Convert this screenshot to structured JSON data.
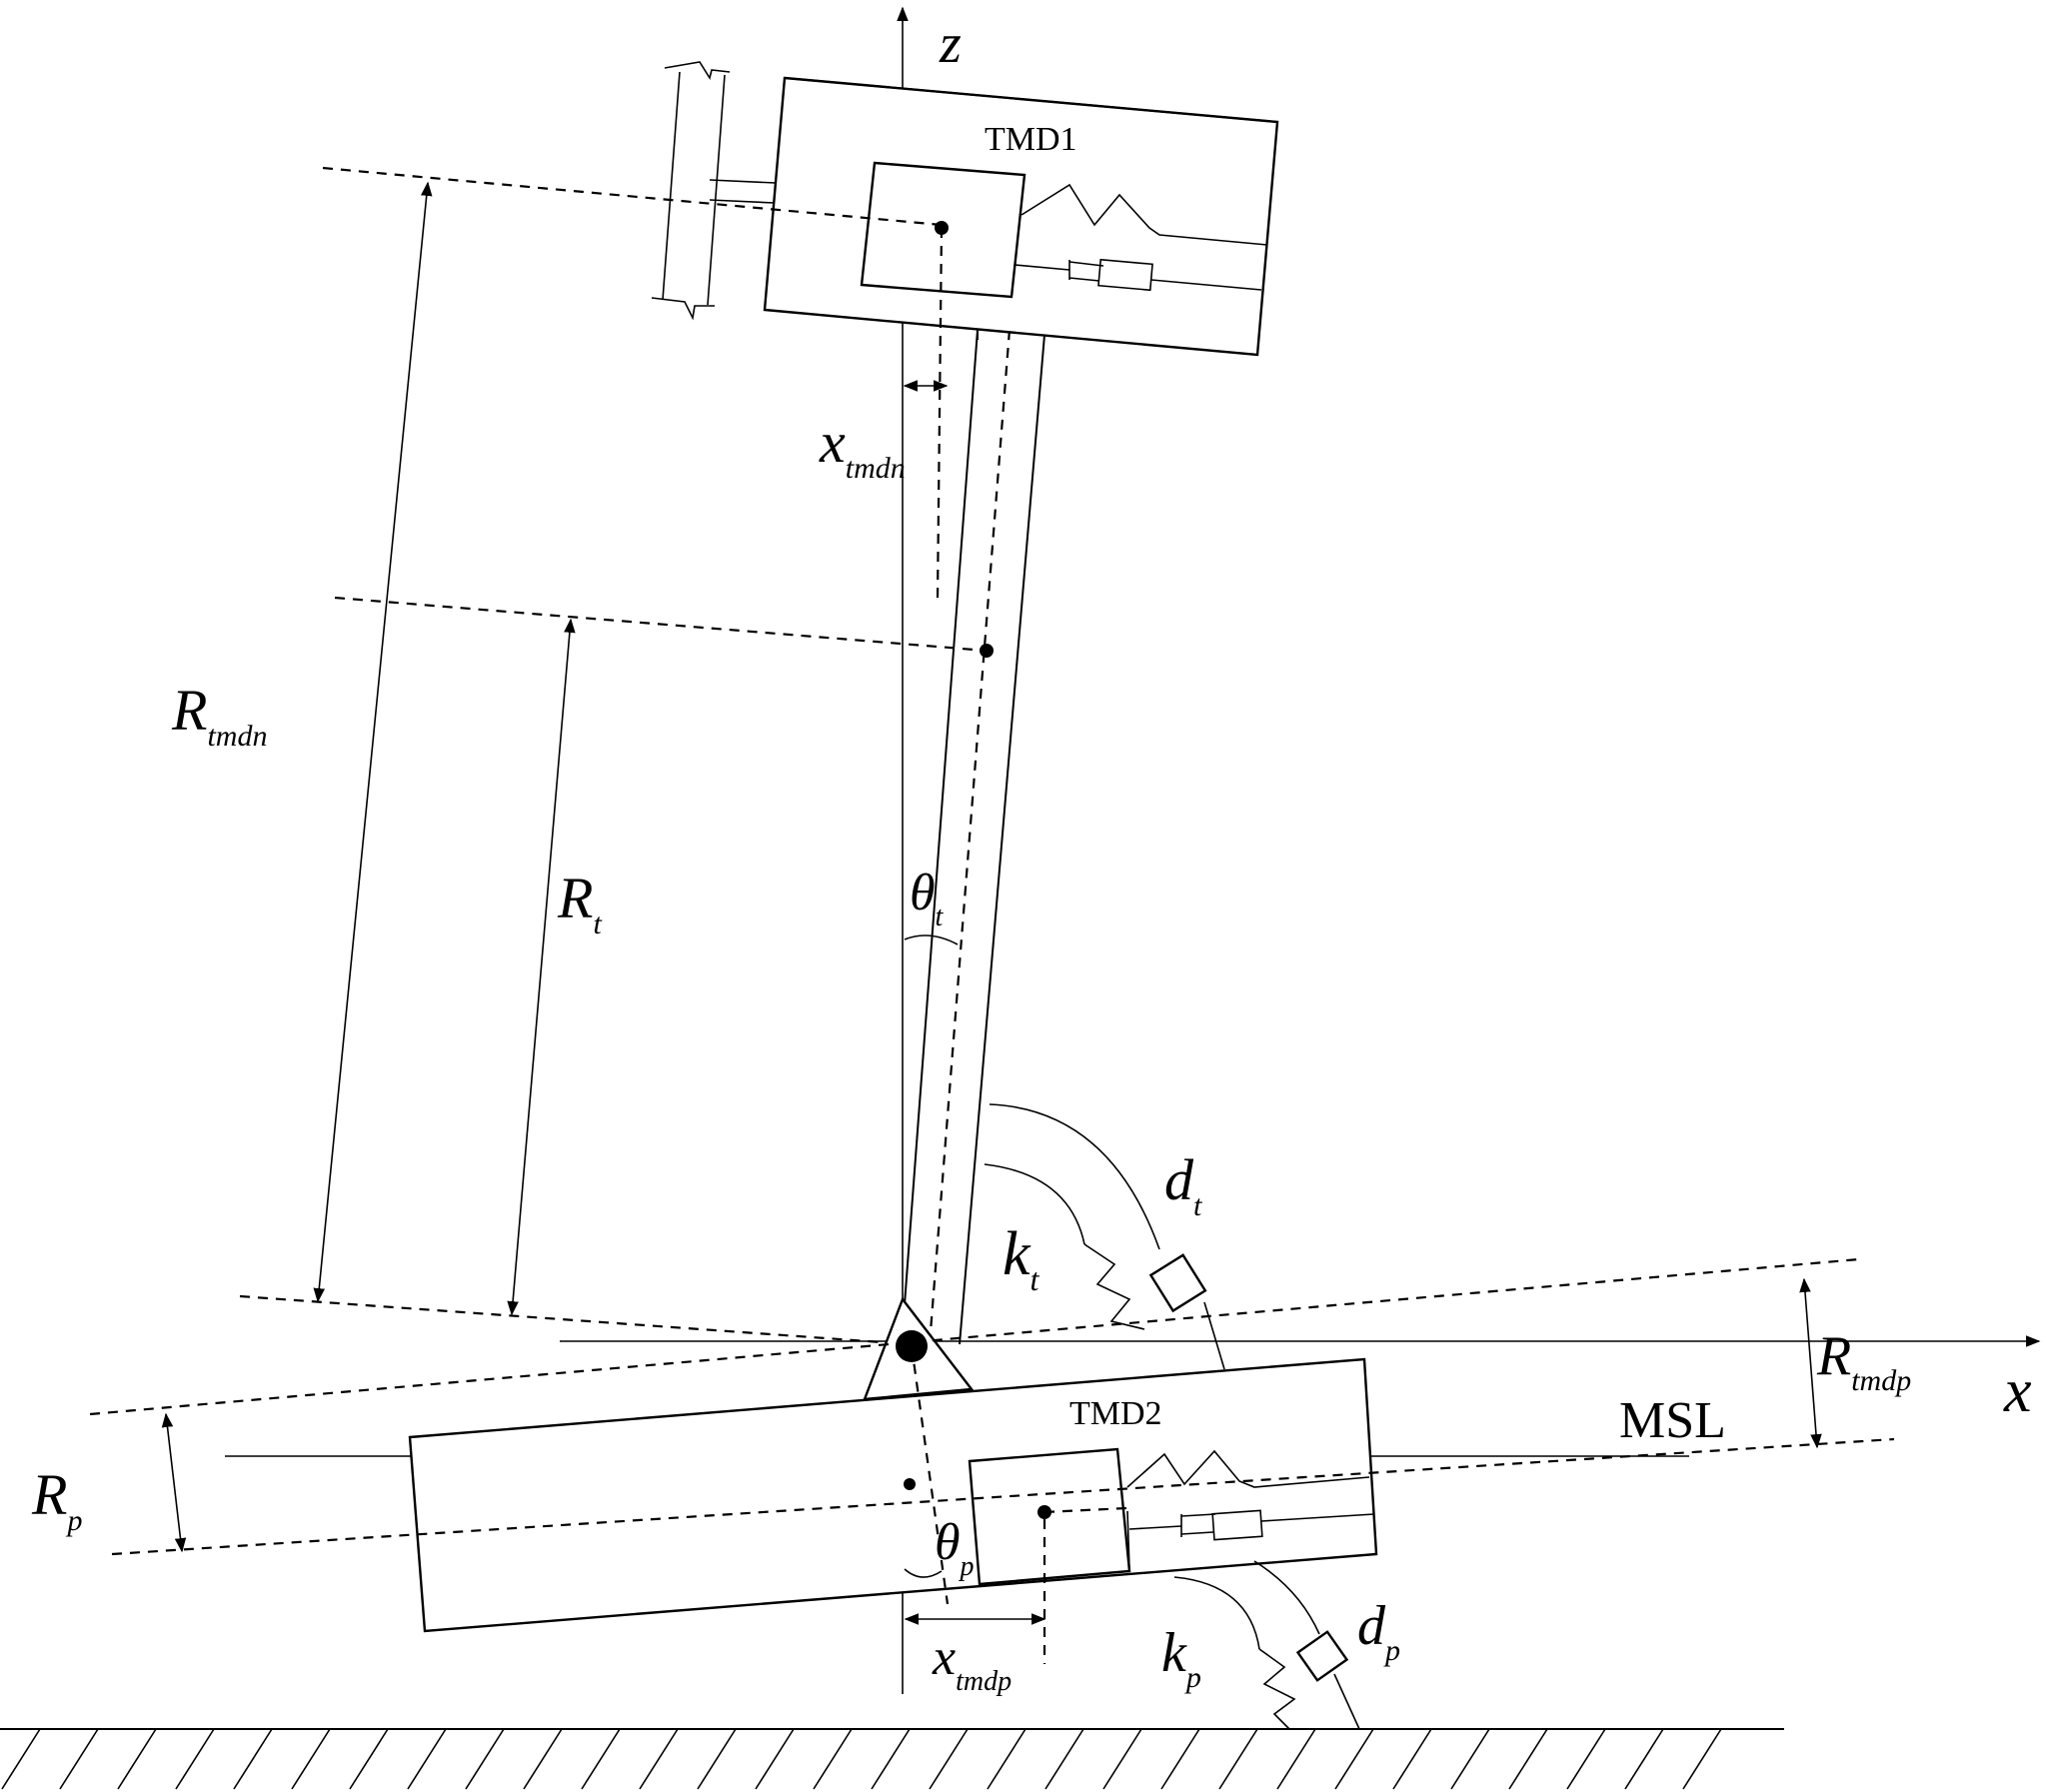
{
  "labels": {
    "z_axis": "z",
    "x_axis": "x",
    "tmd1": "TMD1",
    "tmd2": "TMD2",
    "msl": "MSL",
    "x_tmdn": {
      "base": "x",
      "sub": "tmdn"
    },
    "r_tmdn": {
      "base": "R",
      "sub": "tmdn"
    },
    "r_t": {
      "base": "R",
      "sub": "t"
    },
    "theta_t": {
      "base": "θ",
      "sub": "t"
    },
    "d_t": {
      "base": "d",
      "sub": "t"
    },
    "k_t": {
      "base": "k",
      "sub": "t"
    },
    "r_tmdp": {
      "base": "R",
      "sub": "tmdp"
    },
    "r_p": {
      "base": "R",
      "sub": "p"
    },
    "theta_p": {
      "base": "θ",
      "sub": "p"
    },
    "x_tmdp": {
      "base": "x",
      "sub": "tmdp"
    },
    "k_p": {
      "base": "k",
      "sub": "p"
    },
    "d_p": {
      "base": "d",
      "sub": "p"
    }
  }
}
